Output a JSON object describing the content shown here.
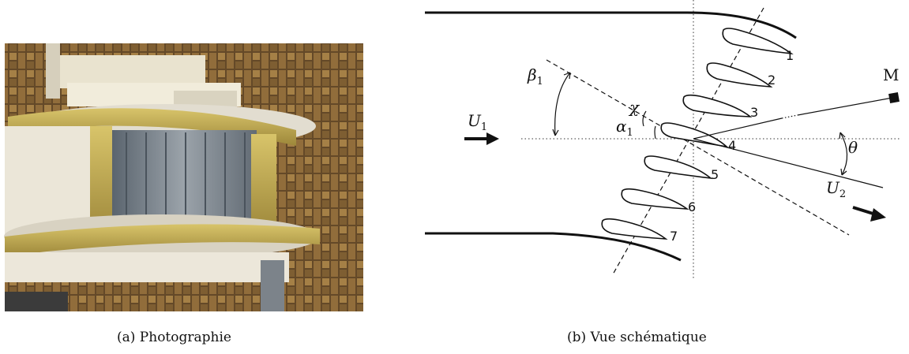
{
  "captions": {
    "a": "(a)  Photographie",
    "b": "(b)  Vue schématique"
  },
  "schematic": {
    "blades": [
      "1",
      "2",
      "3",
      "4",
      "5",
      "6",
      "7"
    ],
    "labels": {
      "U1": "U",
      "U1_sub": "1",
      "U2": "U",
      "U2_sub": "2",
      "beta1": "β",
      "beta1_sub": "1",
      "alpha1": "α",
      "alpha1_sub": "1",
      "chi": "χ",
      "theta": "θ",
      "M": "M"
    }
  },
  "colors": {
    "wall": "#fbfbf8",
    "foam_dark": "#5a4326",
    "foam_light": "#b38a4d",
    "brush": "#c8b24a",
    "steel": "#8e949a",
    "ink": "#111111"
  }
}
